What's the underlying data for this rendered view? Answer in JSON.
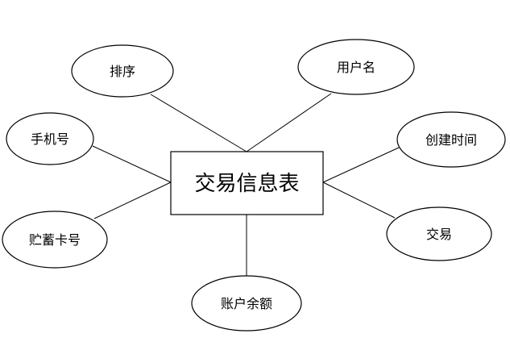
{
  "entity": {
    "label": "交易信息表"
  },
  "attributes": [
    {
      "id": "sort",
      "label": "排序"
    },
    {
      "id": "username",
      "label": "用户名"
    },
    {
      "id": "phone",
      "label": "手机号"
    },
    {
      "id": "created",
      "label": "创建时间"
    },
    {
      "id": "card",
      "label": "贮蓄卡号"
    },
    {
      "id": "trade",
      "label": "交易"
    },
    {
      "id": "balance",
      "label": "账户余额"
    }
  ]
}
